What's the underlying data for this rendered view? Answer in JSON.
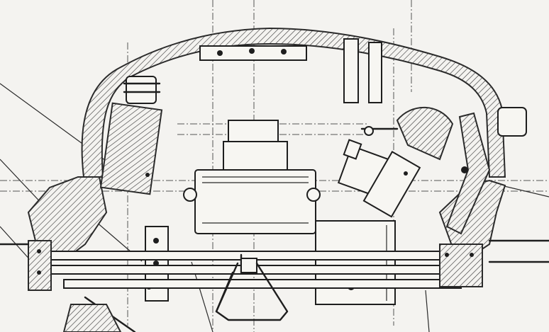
{
  "drawing": {
    "kind": "technical cross-section sketch",
    "colors": {
      "ink": "#1e1e1e",
      "paper": "#f4f3f0",
      "centerline": "#555555"
    },
    "components": [
      "cupola-shell",
      "left-periscope",
      "right-sight",
      "central-housing",
      "drum-assembly",
      "right-mounting-plate",
      "left-bracket",
      "lower-rail",
      "pull-handle",
      "right-ring-support",
      "left-ring-support",
      "base-plate"
    ]
  }
}
